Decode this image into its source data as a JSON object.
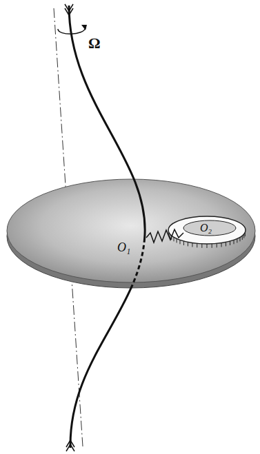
{
  "diagram": {
    "labels": [
      "Ω",
      "O₁",
      "O₂"
    ]
  }
}
